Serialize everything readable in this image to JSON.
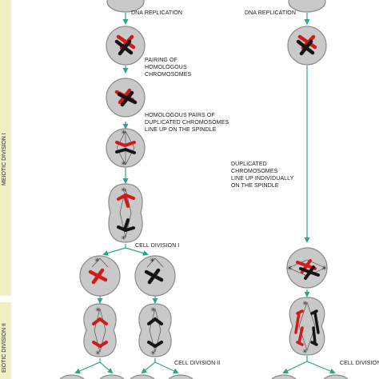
{
  "labels": {
    "dna_replication_left": "DNA REPLICATION",
    "dna_replication_right": "DNA REPLICATION",
    "pairing_line1": "PAIRING OF",
    "pairing_line2": "HOMOLOGOUS",
    "pairing_line3": "CHROMOSOMES",
    "homologous_line1": "HOMOLOGOUS PAIRS OF",
    "homologous_line2": "DUPLICATED CHROMOSOMES",
    "homologous_line3": "LINE UP ON THE SPINDLE",
    "duplicated_line1": "DUPLICATED",
    "duplicated_line2": "CHROMOSOMES",
    "duplicated_line3": "LINE UP INDIVIDUALLY",
    "duplicated_line4": "ON THE SPINDLE",
    "cell_division_1": "CELL DIVISION I",
    "cell_division_2_left": "CELL DIVISION II",
    "cell_division_2_right": "CELL DIVISION"
  },
  "side_labels": {
    "meiotic_division_1": "MEIOTIC DIVISION I",
    "meiotic_division_2": "EIOTIC DIVISION II"
  },
  "colors": {
    "cell_fill": "#c9c9c9",
    "cell_stroke": "#8a8a8a",
    "arrow": "#2aa58c",
    "chrom_red": "#d11a1a",
    "chrom_black": "#151515",
    "side_bar": "#f1efc4"
  }
}
